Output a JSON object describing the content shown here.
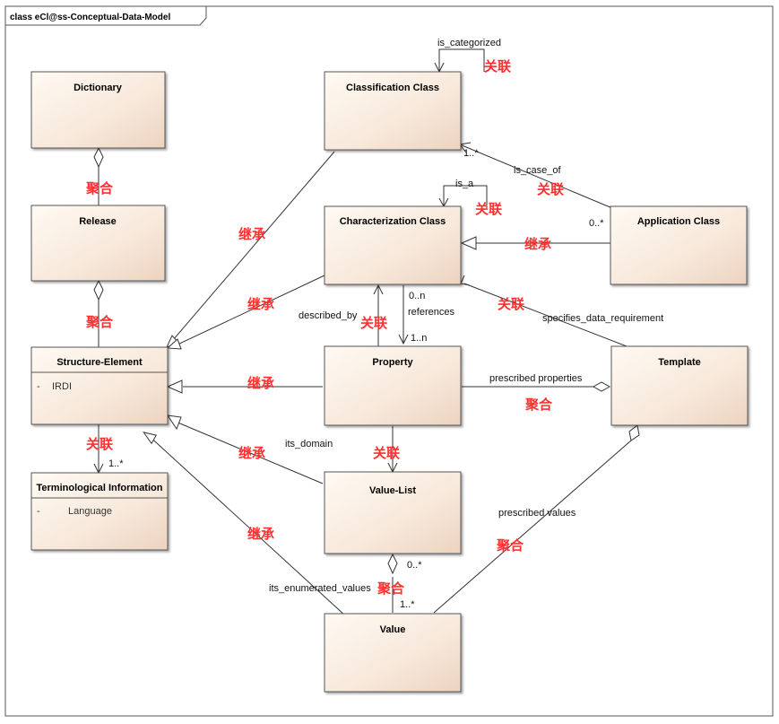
{
  "frame": {
    "title": "class eCl@ss-Conceptual-Data-Model"
  },
  "classes": {
    "dictionary": "Dictionary",
    "release": "Release",
    "structure_element": {
      "name": "Structure-Element",
      "attr_vis": "-",
      "attr": "IRDI"
    },
    "terminological": {
      "name": "Terminological Information",
      "attr_vis": "-",
      "attr": "Language"
    },
    "classification": "Classification Class",
    "characterization": "Characterization Class",
    "application": "Application Class",
    "property": "Property",
    "template": "Template",
    "value_list": "Value-List",
    "value": "Value"
  },
  "labels": {
    "is_categorized": "is_categorized",
    "is_case_of": "is_case_of",
    "is_a": "is_a",
    "described_by": "described_by",
    "references": "references",
    "specifies_data_requirement": "specifies_data_requirement",
    "prescribed_properties": "prescribed properties",
    "its_domain": "its_domain",
    "prescribed_values": "prescribed values",
    "its_enumerated_values": "its_enumerated_values",
    "m_1_star_a": "1..*",
    "m_0_star_a": "0..*",
    "m_0_n": "0..n",
    "m_1_n": "1..n",
    "m_1_star_b": "1..*",
    "m_0_star_b": "0..*",
    "m_1_star_c": "1..*"
  },
  "annotations": {
    "guanlian": "关联",
    "juhe": "聚合",
    "jicheng": "继承"
  }
}
